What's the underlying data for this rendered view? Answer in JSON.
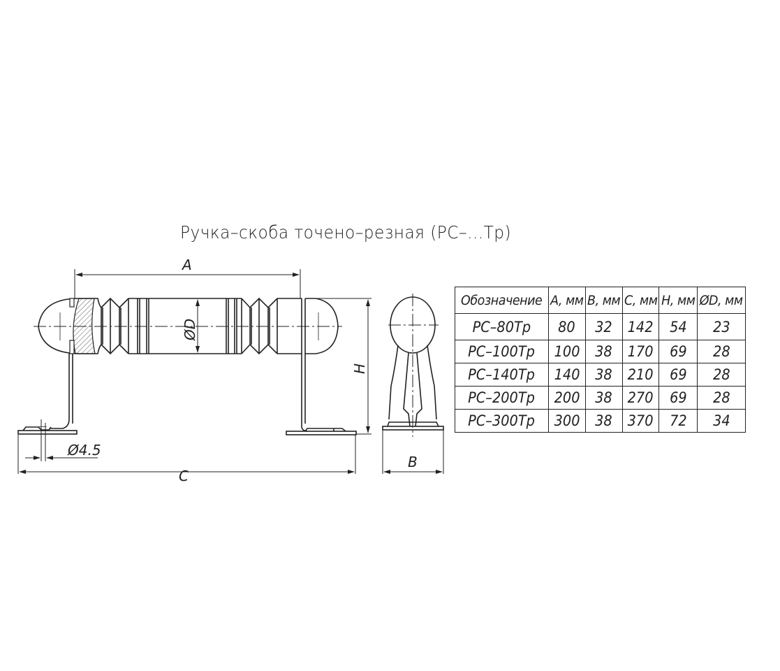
{
  "title": "Ручка–скоба  точено–резная  (РС–...Тр)",
  "drawing": {
    "front_view": {
      "dimensions": {
        "A": "A",
        "C": "C",
        "H": "H",
        "D": "ØD",
        "hole": "Ø4.5"
      }
    },
    "side_view": {
      "dimensions": {
        "B": "B"
      }
    }
  },
  "table": {
    "headers": [
      "Обозначение",
      "A, мм",
      "B, мм",
      "C, мм",
      "H, мм",
      "ØD, мм"
    ],
    "rows": [
      [
        "РС–80Тр",
        "80",
        "32",
        "142",
        "54",
        "23"
      ],
      [
        "РС–100Тр",
        "100",
        "38",
        "170",
        "69",
        "28"
      ],
      [
        "РС–140Тр",
        "140",
        "38",
        "210",
        "69",
        "28"
      ],
      [
        "РС–200Тр",
        "200",
        "38",
        "270",
        "69",
        "28"
      ],
      [
        "РС–300Тр",
        "300",
        "38",
        "370",
        "72",
        "34"
      ]
    ]
  }
}
